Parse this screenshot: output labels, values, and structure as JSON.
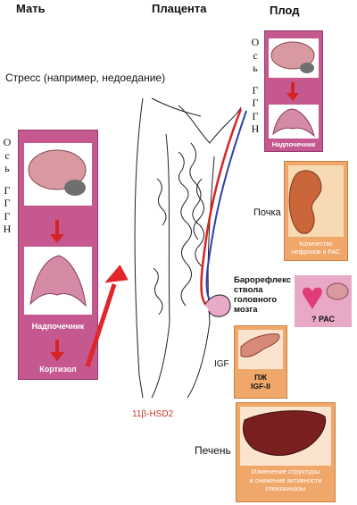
{
  "headers": {
    "mother": "Мать",
    "placenta": "Плацента",
    "fetus": "Плод"
  },
  "stress_label": "Стресс (например, недоедание)",
  "mother_axis": {
    "letters": [
      "О",
      "с",
      "ь",
      "",
      "Г",
      "Г",
      "Г",
      "Н"
    ]
  },
  "mother_panel": {
    "adrenal_label": "Надпочечник",
    "cortisol_label": "Кортизол"
  },
  "placenta_enzyme": "11β-HSD2",
  "fetus_axis": {
    "letters": [
      "О",
      "с",
      "ь",
      "",
      "Г",
      "Г",
      "Г",
      "Н"
    ]
  },
  "fetus_panel": {
    "adrenal_label": "Надпочечник"
  },
  "kidney": {
    "side_label": "Почка",
    "caption": "Количество нефронов и РАС"
  },
  "baroreflex": {
    "label_lines": [
      "Барорефлекс",
      "ствола",
      "головного",
      "мозга"
    ],
    "caption": "? РАС"
  },
  "pancreas": {
    "side_label": "IGF",
    "caption_lines": [
      "ПЖ",
      "IGF-II"
    ]
  },
  "liver": {
    "side_label": "Печень",
    "caption_lines": [
      "Изменение структуры",
      "и снижение активности",
      "глюкокиназы"
    ]
  },
  "colors": {
    "panel": "#c4588f",
    "orange": "#f0a76a",
    "arrow_red": "#e0262b",
    "enzyme_text": "#c0392b",
    "vessel_red": "#d62424",
    "vessel_blue": "#2a3fb0"
  }
}
